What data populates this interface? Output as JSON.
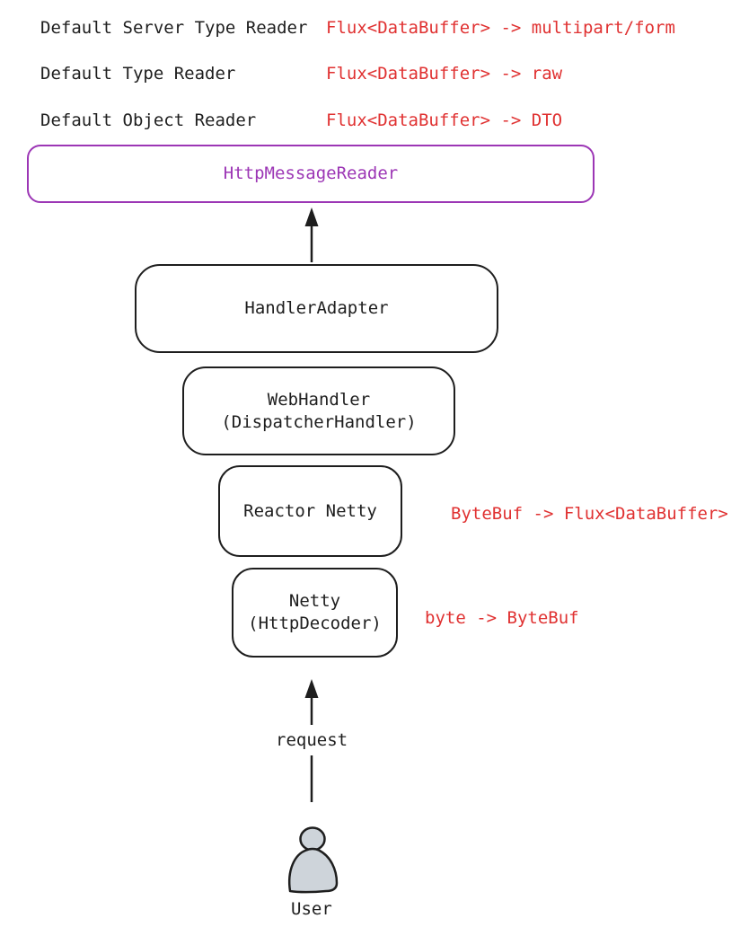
{
  "colors": {
    "ink": "#1e1e1e",
    "red": "#e03131",
    "purple": "#9c36b5",
    "user_fill": "#ced4da",
    "background": "#ffffff"
  },
  "legend": [
    {
      "label": "Default Server Type Reader",
      "value": "Flux<DataBuffer> -> multipart/form"
    },
    {
      "label": "Default Type Reader",
      "value": "Flux<DataBuffer> -> raw"
    },
    {
      "label": "Default Object Reader",
      "value": "Flux<DataBuffer> -> DTO"
    }
  ],
  "nodes": {
    "http_message_reader": {
      "label": "HttpMessageReader"
    },
    "handler_adapter": {
      "label": "HandlerAdapter"
    },
    "web_handler": {
      "line1": "WebHandler",
      "line2": "(DispatcherHandler)"
    },
    "reactor_netty": {
      "label": "Reactor Netty",
      "annotation": "ByteBuf -> Flux<DataBuffer>"
    },
    "netty": {
      "line1": "Netty",
      "line2": "(HttpDecoder)",
      "annotation": "byte -> ByteBuf"
    }
  },
  "flow": {
    "request_label": "request",
    "user_label": "User"
  }
}
